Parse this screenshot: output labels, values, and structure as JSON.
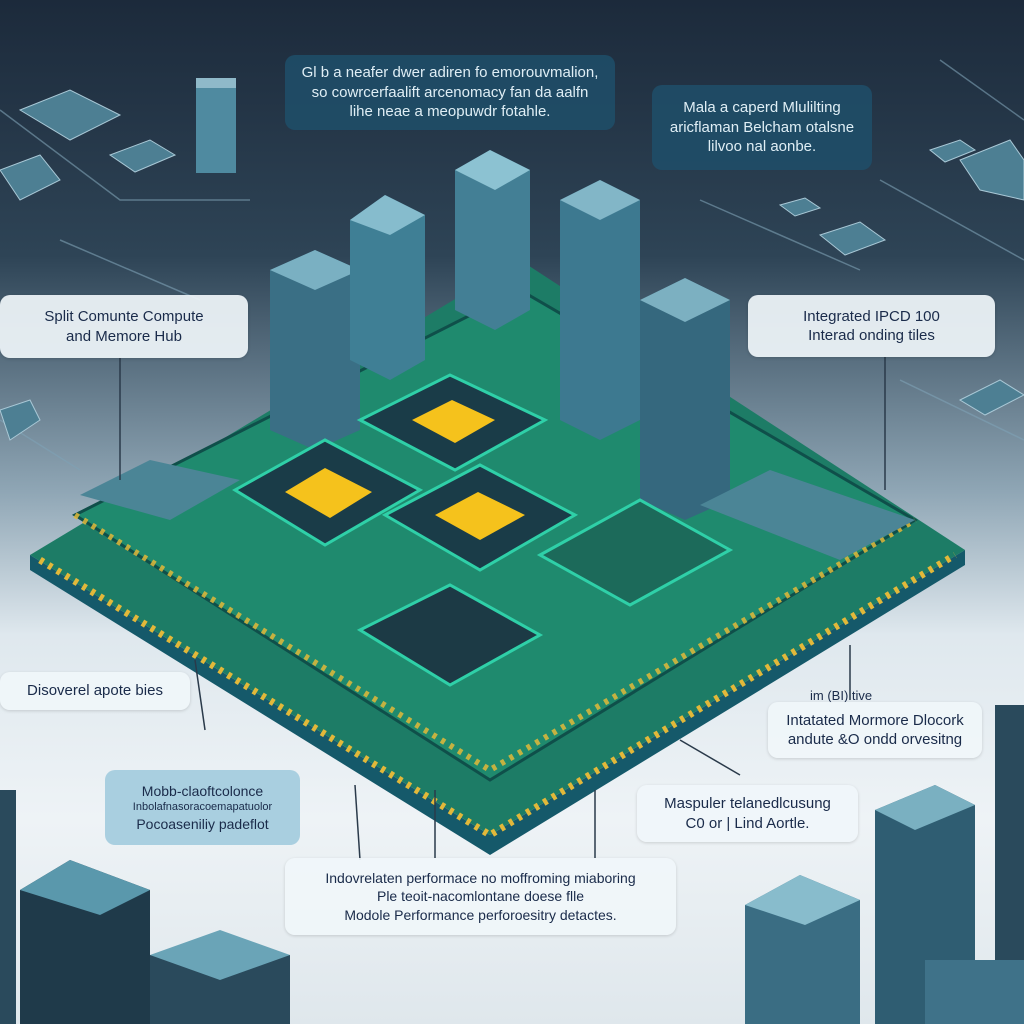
{
  "labels": {
    "top_center": [
      "Gl b a neafer dwer adiren fo emorouvmalion,",
      "so cowrcerfaalift arcenomacy fan da aalfn",
      "lihe neae a meopuwdr fotahle."
    ],
    "top_right": [
      "Mala a caperd Mlulilting",
      "aricflaman Belcham otalsne",
      "lilvoo nal aonbe."
    ],
    "left_mid": [
      "Split Comunte Compute",
      "and Memore Hub"
    ],
    "right_mid": [
      "Integrated IPCD 100",
      "Interad onding tiles"
    ],
    "left_low": [
      "Disoverel apote bies"
    ],
    "left_low2": [
      "Mobb-claoftcolonce",
      "Inbolafnasoracoemapatuolor",
      "Pocoaseniliy padeflot"
    ],
    "right_tag": "im (BI) tive",
    "right_low": [
      "Intatated Mormore Dlocork",
      "andute &O ondd orvesitng"
    ],
    "right_low2": [
      "Maspuler telanedlcusung",
      "C0 or | Lind Aortle."
    ],
    "bottom": [
      "Indovrelaten performace no moffroming miaboring",
      "Ple teoit-nacomlontane doese flle",
      "Modole Performance perforoesitry detactes."
    ]
  },
  "colors": {
    "board": "#1f8a6e",
    "edge": "#15596a",
    "pin": "#e2b83a",
    "die": "#f5c21c",
    "building": "#3f7f95"
  }
}
